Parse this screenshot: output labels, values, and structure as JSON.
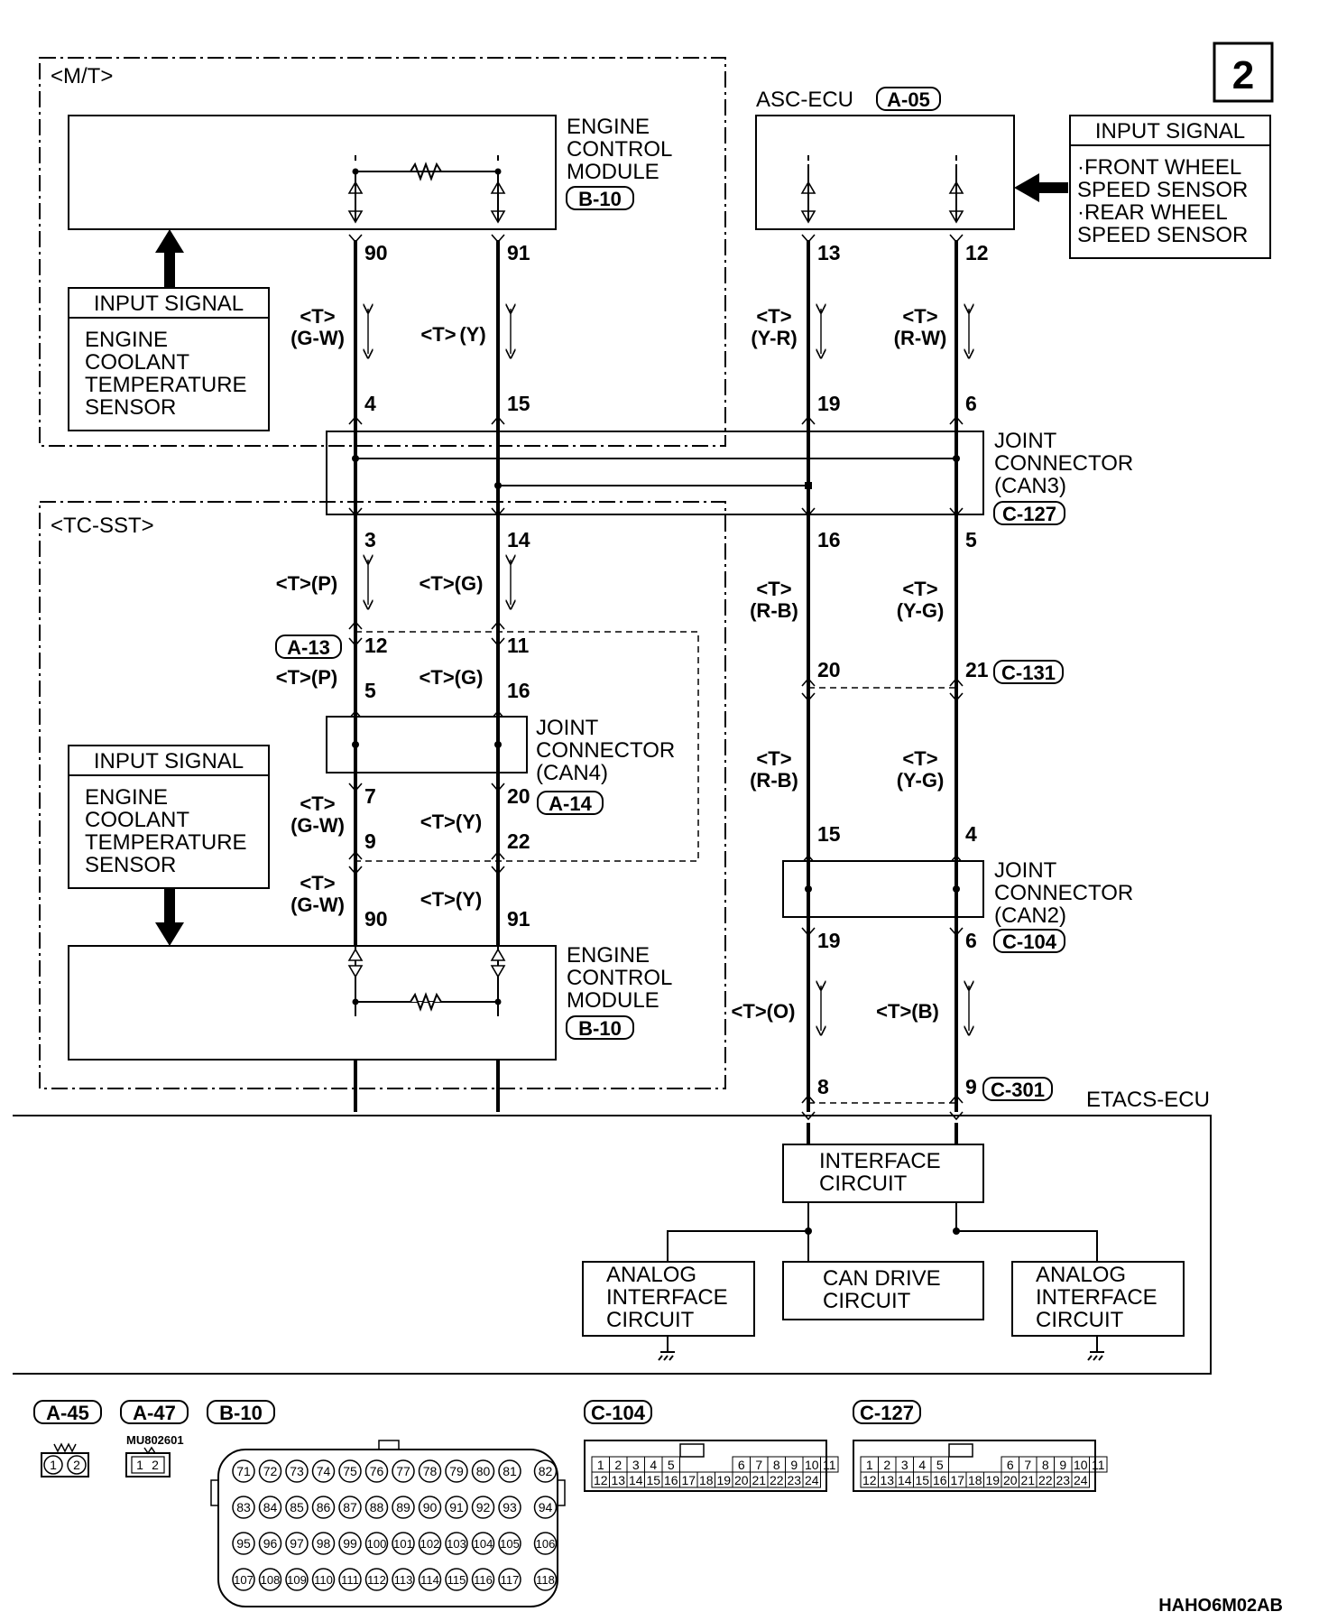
{
  "page_number": "2",
  "figure_code": "HAHO6M02AB",
  "mt_group": {
    "label": "<M/T>"
  },
  "tcsst_group": {
    "label": "<TC-SST>"
  },
  "ecm_top": {
    "lines": [
      "ENGINE",
      "CONTROL",
      "MODULE"
    ],
    "connector": "B-10"
  },
  "ecm_bottom": {
    "lines": [
      "ENGINE",
      "CONTROL",
      "MODULE"
    ],
    "connector": "B-10"
  },
  "input_mt": {
    "title": "INPUT SIGNAL",
    "lines": [
      "ENGINE",
      "COOLANT",
      "TEMPERATURE",
      "SENSOR"
    ]
  },
  "input_tcsst": {
    "title": "INPUT SIGNAL",
    "lines": [
      "ENGINE",
      "COOLANT",
      "TEMPERATURE",
      "SENSOR"
    ]
  },
  "asc_ecu": {
    "label": "ASC-ECU",
    "connector": "A-05"
  },
  "input_asc": {
    "title": "INPUT SIGNAL",
    "lines": [
      "·FRONT WHEEL",
      " SPEED SENSOR",
      "·REAR WHEEL",
      " SPEED SENSOR"
    ]
  },
  "joint_can3": {
    "lines": [
      "JOINT",
      "CONNECTOR",
      "(CAN3)"
    ],
    "connector": "C-127"
  },
  "joint_can4": {
    "lines": [
      "JOINT",
      "CONNECTOR",
      "(CAN4)"
    ],
    "connector": "A-14"
  },
  "joint_can2": {
    "lines": [
      "JOINT",
      "CONNECTOR",
      "(CAN2)"
    ],
    "connector": "C-104"
  },
  "connector_labels": {
    "a13": "A-13",
    "c131": "C-131",
    "c301": "C-301"
  },
  "etacs": {
    "label": "ETACS-ECU",
    "interface": [
      "INTERFACE",
      "CIRCUIT"
    ],
    "analog_left": [
      "ANALOG",
      "INTERFACE",
      "CIRCUIT"
    ],
    "can_drive": [
      "CAN DRIVE",
      "CIRCUIT"
    ],
    "analog_right": [
      "ANALOG",
      "INTERFACE",
      "CIRCUIT"
    ]
  },
  "wire_colors": {
    "t": "<T>",
    "gw": "(G-W)",
    "y": "(Y)",
    "yr": "(Y-R)",
    "rw": "(R-W)",
    "p_full": "<T>(P)",
    "g_full": "<T>(G)",
    "y_full": "<T>(Y)",
    "rb": "(R-B)",
    "yg": "(Y-G)",
    "o_full": "<T>(O)",
    "b_full": "<T>(B)"
  },
  "pins": {
    "ecm_top": [
      "90",
      "91"
    ],
    "asc": [
      "13",
      "12"
    ],
    "can3_top": [
      "4",
      "15",
      "19",
      "6"
    ],
    "can3_bottom": [
      "3",
      "14",
      "16",
      "5"
    ],
    "a13": [
      "12",
      "11"
    ],
    "can4_in": [
      "5",
      "16"
    ],
    "can4_out": [
      "7",
      "20"
    ],
    "a47": [
      "9",
      "22"
    ],
    "ecm_bottom": [
      "90",
      "91"
    ],
    "c131": [
      "20",
      "21"
    ],
    "can2_in": [
      "15",
      "4"
    ],
    "can2_out": [
      "19",
      "6"
    ],
    "c301": [
      "8",
      "9"
    ]
  },
  "connector_views": {
    "a45": "A-45",
    "a47": "A-47",
    "a47_part": "MU802601",
    "b10": "B-10",
    "c104": "C-104",
    "c127": "C-127",
    "two_pin": [
      "1",
      "2"
    ],
    "b10_rows": [
      [
        "71",
        "72",
        "73",
        "74",
        "75",
        "76",
        "77",
        "78",
        "79",
        "80",
        "81",
        "82"
      ],
      [
        "83",
        "84",
        "85",
        "86",
        "87",
        "88",
        "89",
        "90",
        "91",
        "92",
        "93",
        "94"
      ],
      [
        "95",
        "96",
        "97",
        "98",
        "99",
        "100",
        "101",
        "102",
        "103",
        "104",
        "105",
        "106"
      ],
      [
        "107",
        "108",
        "109",
        "110",
        "111",
        "112",
        "113",
        "114",
        "115",
        "116",
        "117",
        "118"
      ]
    ],
    "can_top_row": [
      "1",
      "2",
      "3",
      "4",
      "5",
      "6",
      "7",
      "8",
      "9",
      "10",
      "11"
    ],
    "can_bottom_row": [
      "12",
      "13",
      "14",
      "15",
      "16",
      "17",
      "18",
      "19",
      "20",
      "21",
      "22",
      "23",
      "24"
    ]
  }
}
